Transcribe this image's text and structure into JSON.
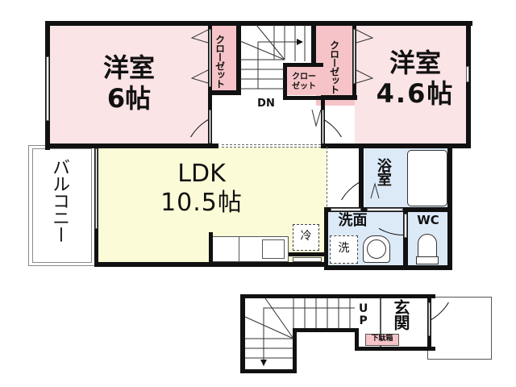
{
  "floor_plan": {
    "colors": {
      "western_room": "#fbe4e6",
      "closet": "#f6c4c8",
      "ldk": "#fbfbd8",
      "wet_area": "#dce9f7",
      "wall": "#111111",
      "genkan_shoebox": "#f6c4c8"
    },
    "upper_floor": {
      "room_left": {
        "name": "洋室",
        "size": "6帖"
      },
      "room_right": {
        "name": "洋室",
        "size": "4.6帖"
      },
      "closet_left": {
        "label": "クローゼット"
      },
      "closet_right": {
        "label": "クローゼット"
      },
      "closet_center": {
        "label_line1": "クロー",
        "label_line2": "ゼット"
      },
      "stairs": {
        "label": "DN"
      },
      "ldk": {
        "name": "LDK",
        "size": "10.5帖"
      },
      "fridge": {
        "label": "冷"
      },
      "balcony": {
        "label": "バルコニー"
      },
      "bathroom": {
        "label": "浴室"
      },
      "washroom": {
        "label": "洗面"
      },
      "washer": {
        "label": "洗"
      },
      "toilet": {
        "label": "WC"
      }
    },
    "lower_floor": {
      "stairs": {
        "label": "UP"
      },
      "entrance": {
        "label": "玄関"
      },
      "shoe_box": {
        "label": "下駄箱"
      }
    }
  }
}
